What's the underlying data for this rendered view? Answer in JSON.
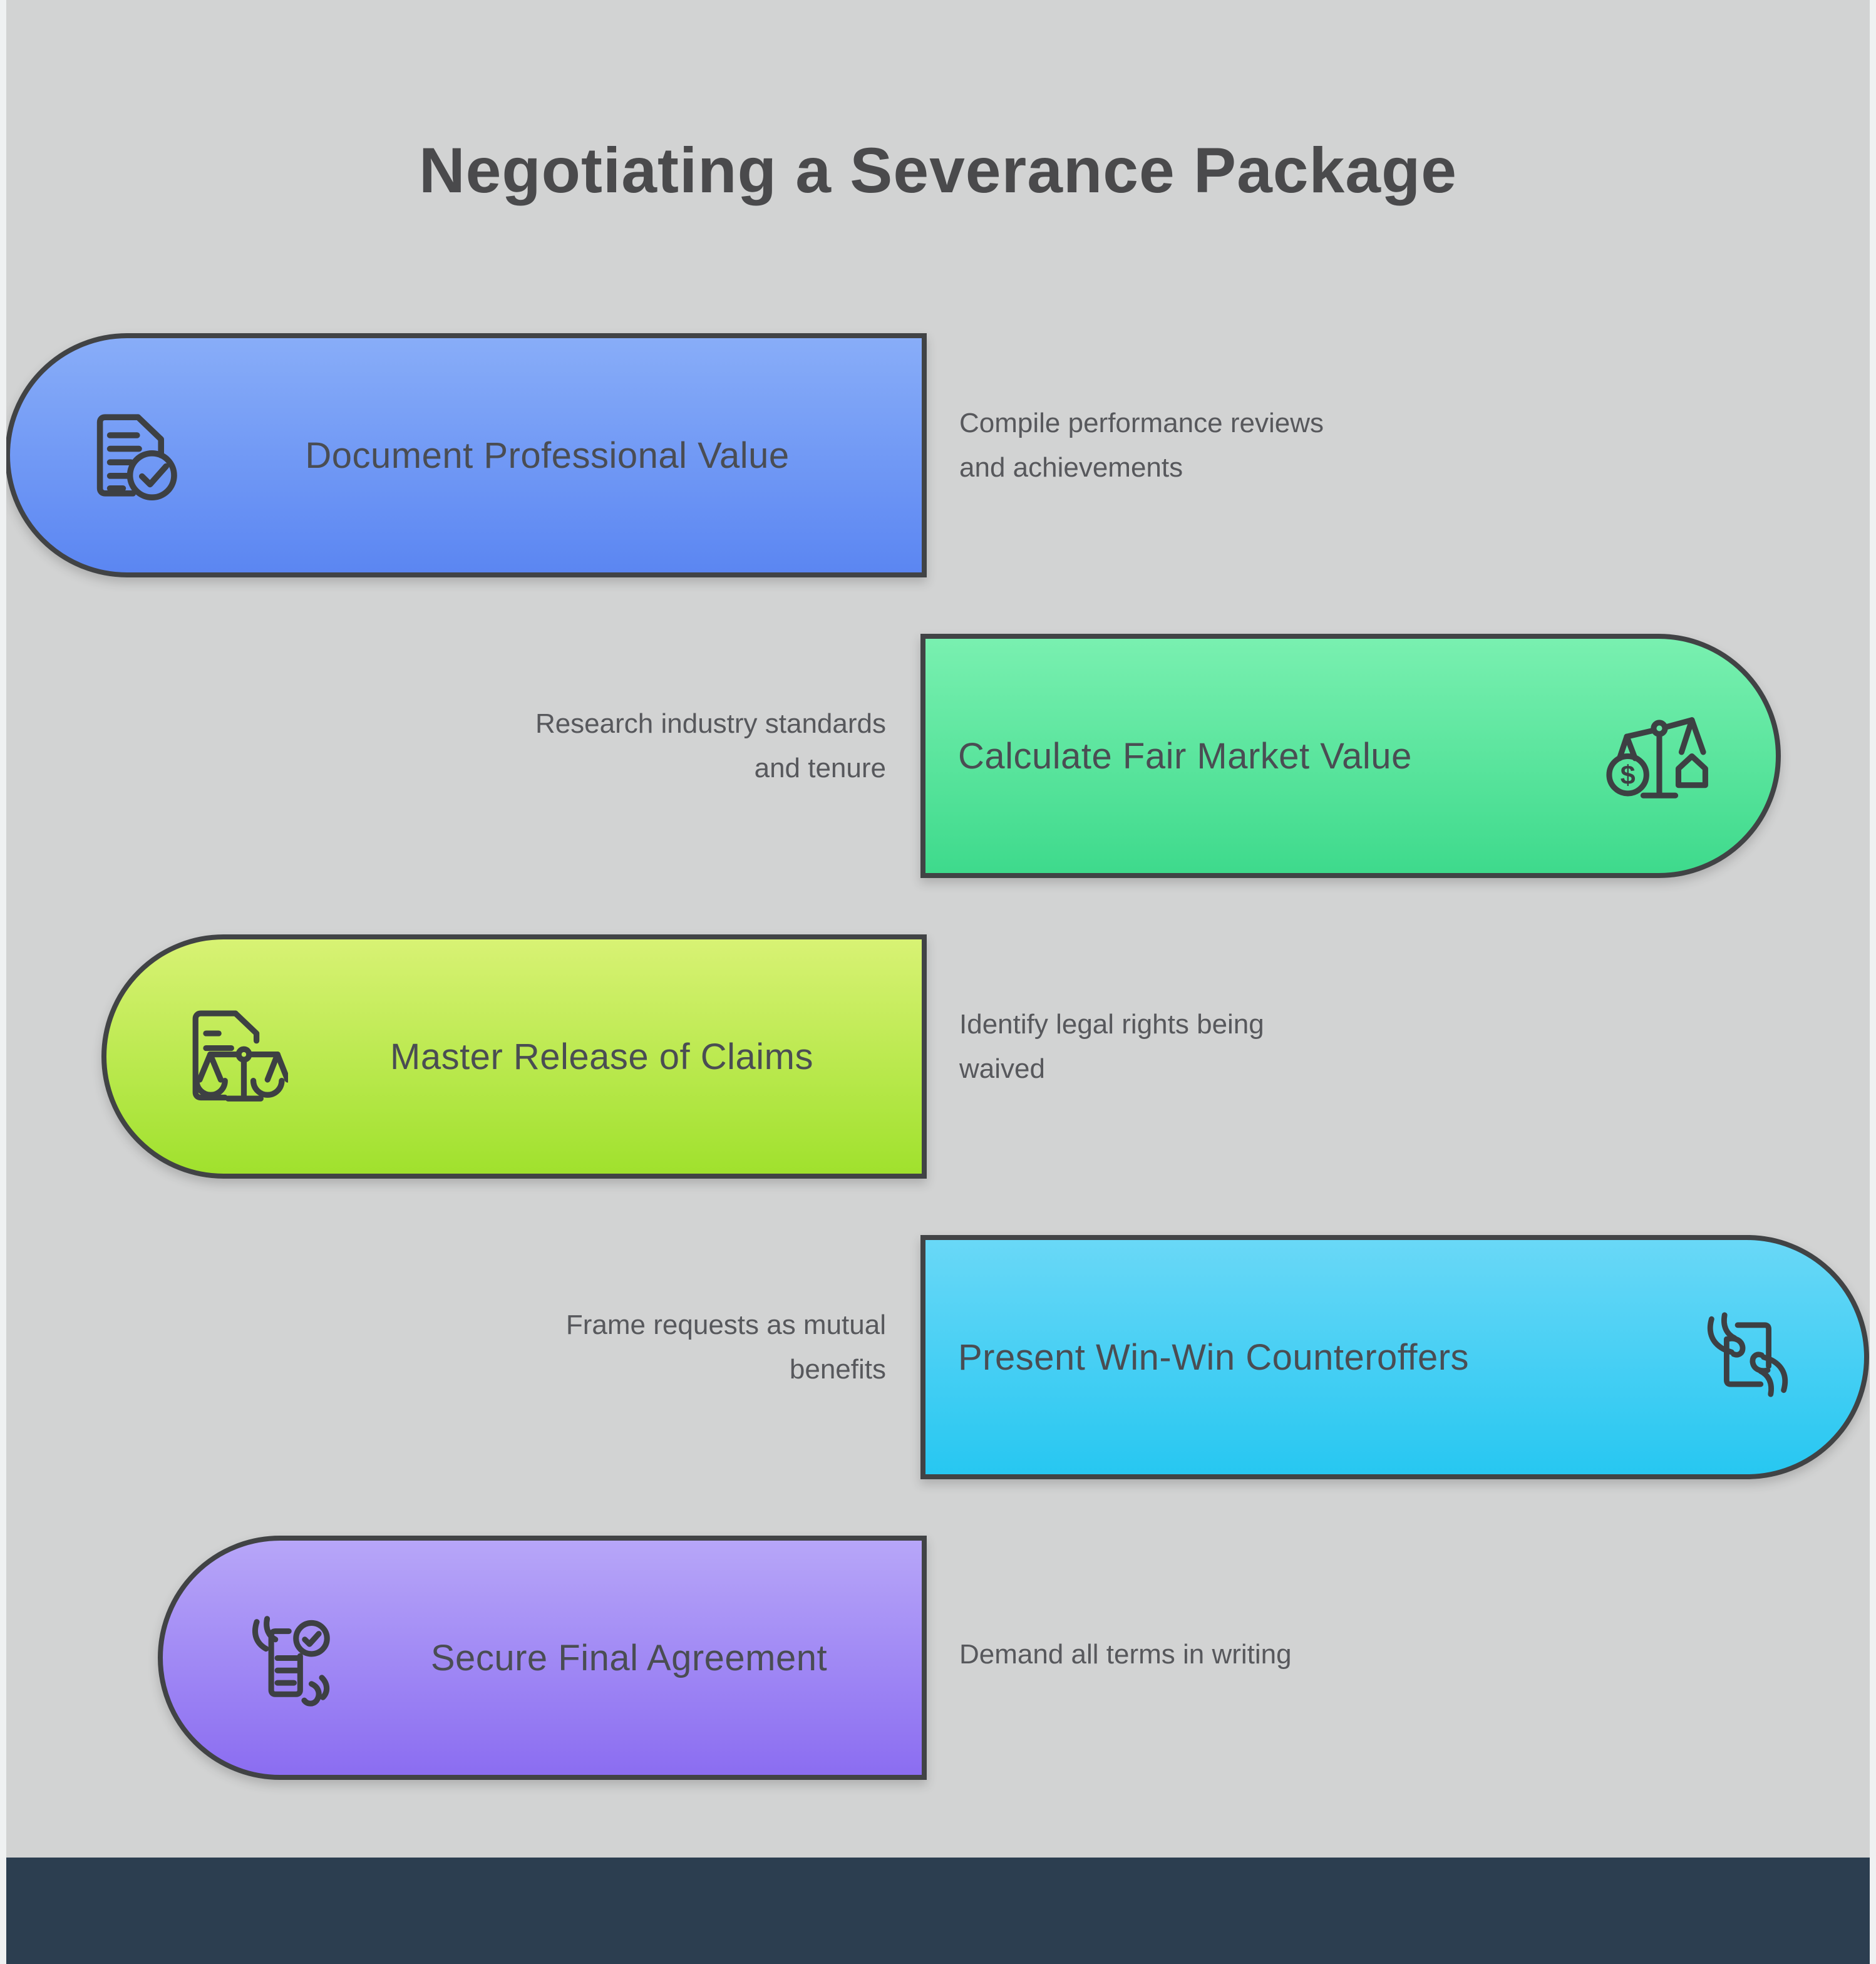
{
  "title": "Negotiating a Severance Package",
  "steps": [
    {
      "label": "Document Professional Value",
      "description": "Compile performance reviews and achievements",
      "desc_lines": [
        "Compile performance reviews",
        "and achievements"
      ],
      "icon": "document-check",
      "side": "left",
      "gradient_top": "#88adf8",
      "gradient_bottom": "#5b86f2"
    },
    {
      "label": "Calculate Fair Market Value",
      "description": "Research industry standards and tenure",
      "desc_lines": [
        "Research industry standards",
        "and tenure"
      ],
      "icon": "scales-dollar-house",
      "side": "right",
      "gradient_top": "#79f0b0",
      "gradient_bottom": "#3eda8c"
    },
    {
      "label": "Master Release of Claims",
      "description": "Identify legal rights being waived",
      "desc_lines": [
        "Identify legal rights being",
        "waived"
      ],
      "icon": "document-scales",
      "side": "left",
      "gradient_top": "#d8f274",
      "gradient_bottom": "#a0e12d"
    },
    {
      "label": "Present Win-Win Counteroffers",
      "description": "Frame requests as mutual benefits",
      "desc_lines": [
        "Frame requests as mutual",
        "benefits"
      ],
      "icon": "hands-document",
      "side": "right",
      "gradient_top": "#69d8f7",
      "gradient_bottom": "#27c7f1"
    },
    {
      "label": "Secure Final Agreement",
      "description": "Demand all terms in writing",
      "desc_lines": [
        "Demand all terms in writing"
      ],
      "icon": "hand-agreement-check",
      "side": "left",
      "gradient_top": "#b7a6f8",
      "gradient_bottom": "#8b6df1"
    }
  ],
  "colors": {
    "background": "#d2d3d3",
    "footer_bar": "#2c3e50",
    "pill_border": "#414345",
    "icon_stroke": "#3d4043",
    "title_text": "#4a4a4c",
    "pill_text": "#4a4d53",
    "description_text": "#57585c"
  }
}
